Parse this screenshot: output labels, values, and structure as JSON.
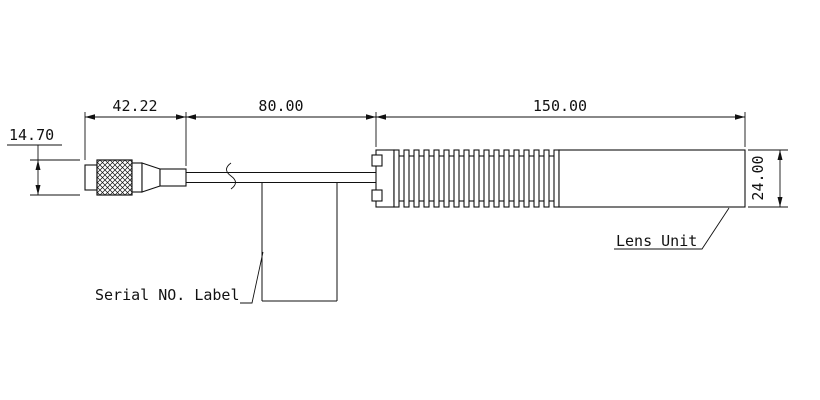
{
  "drawing": {
    "dimensions": {
      "connector_length": "42.22",
      "cable_length": "80.00",
      "body_length": "150.00",
      "connector_diameter": "14.70",
      "body_diameter": "24.00"
    },
    "labels": {
      "serial_no_label": "Serial NO. Label",
      "lens_unit": "Lens Unit"
    },
    "colors": {
      "line": "#111111",
      "background": "#ffffff"
    }
  }
}
